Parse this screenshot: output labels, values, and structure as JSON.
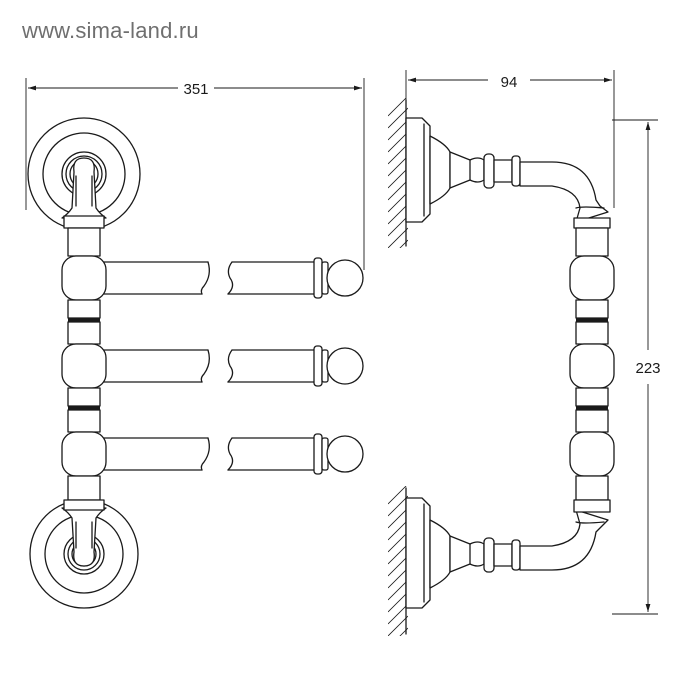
{
  "header": {
    "site_url": "www.sima-land.ru"
  },
  "dimensions": {
    "width_label": "351",
    "depth_label": "94",
    "height_label": "223"
  }
}
